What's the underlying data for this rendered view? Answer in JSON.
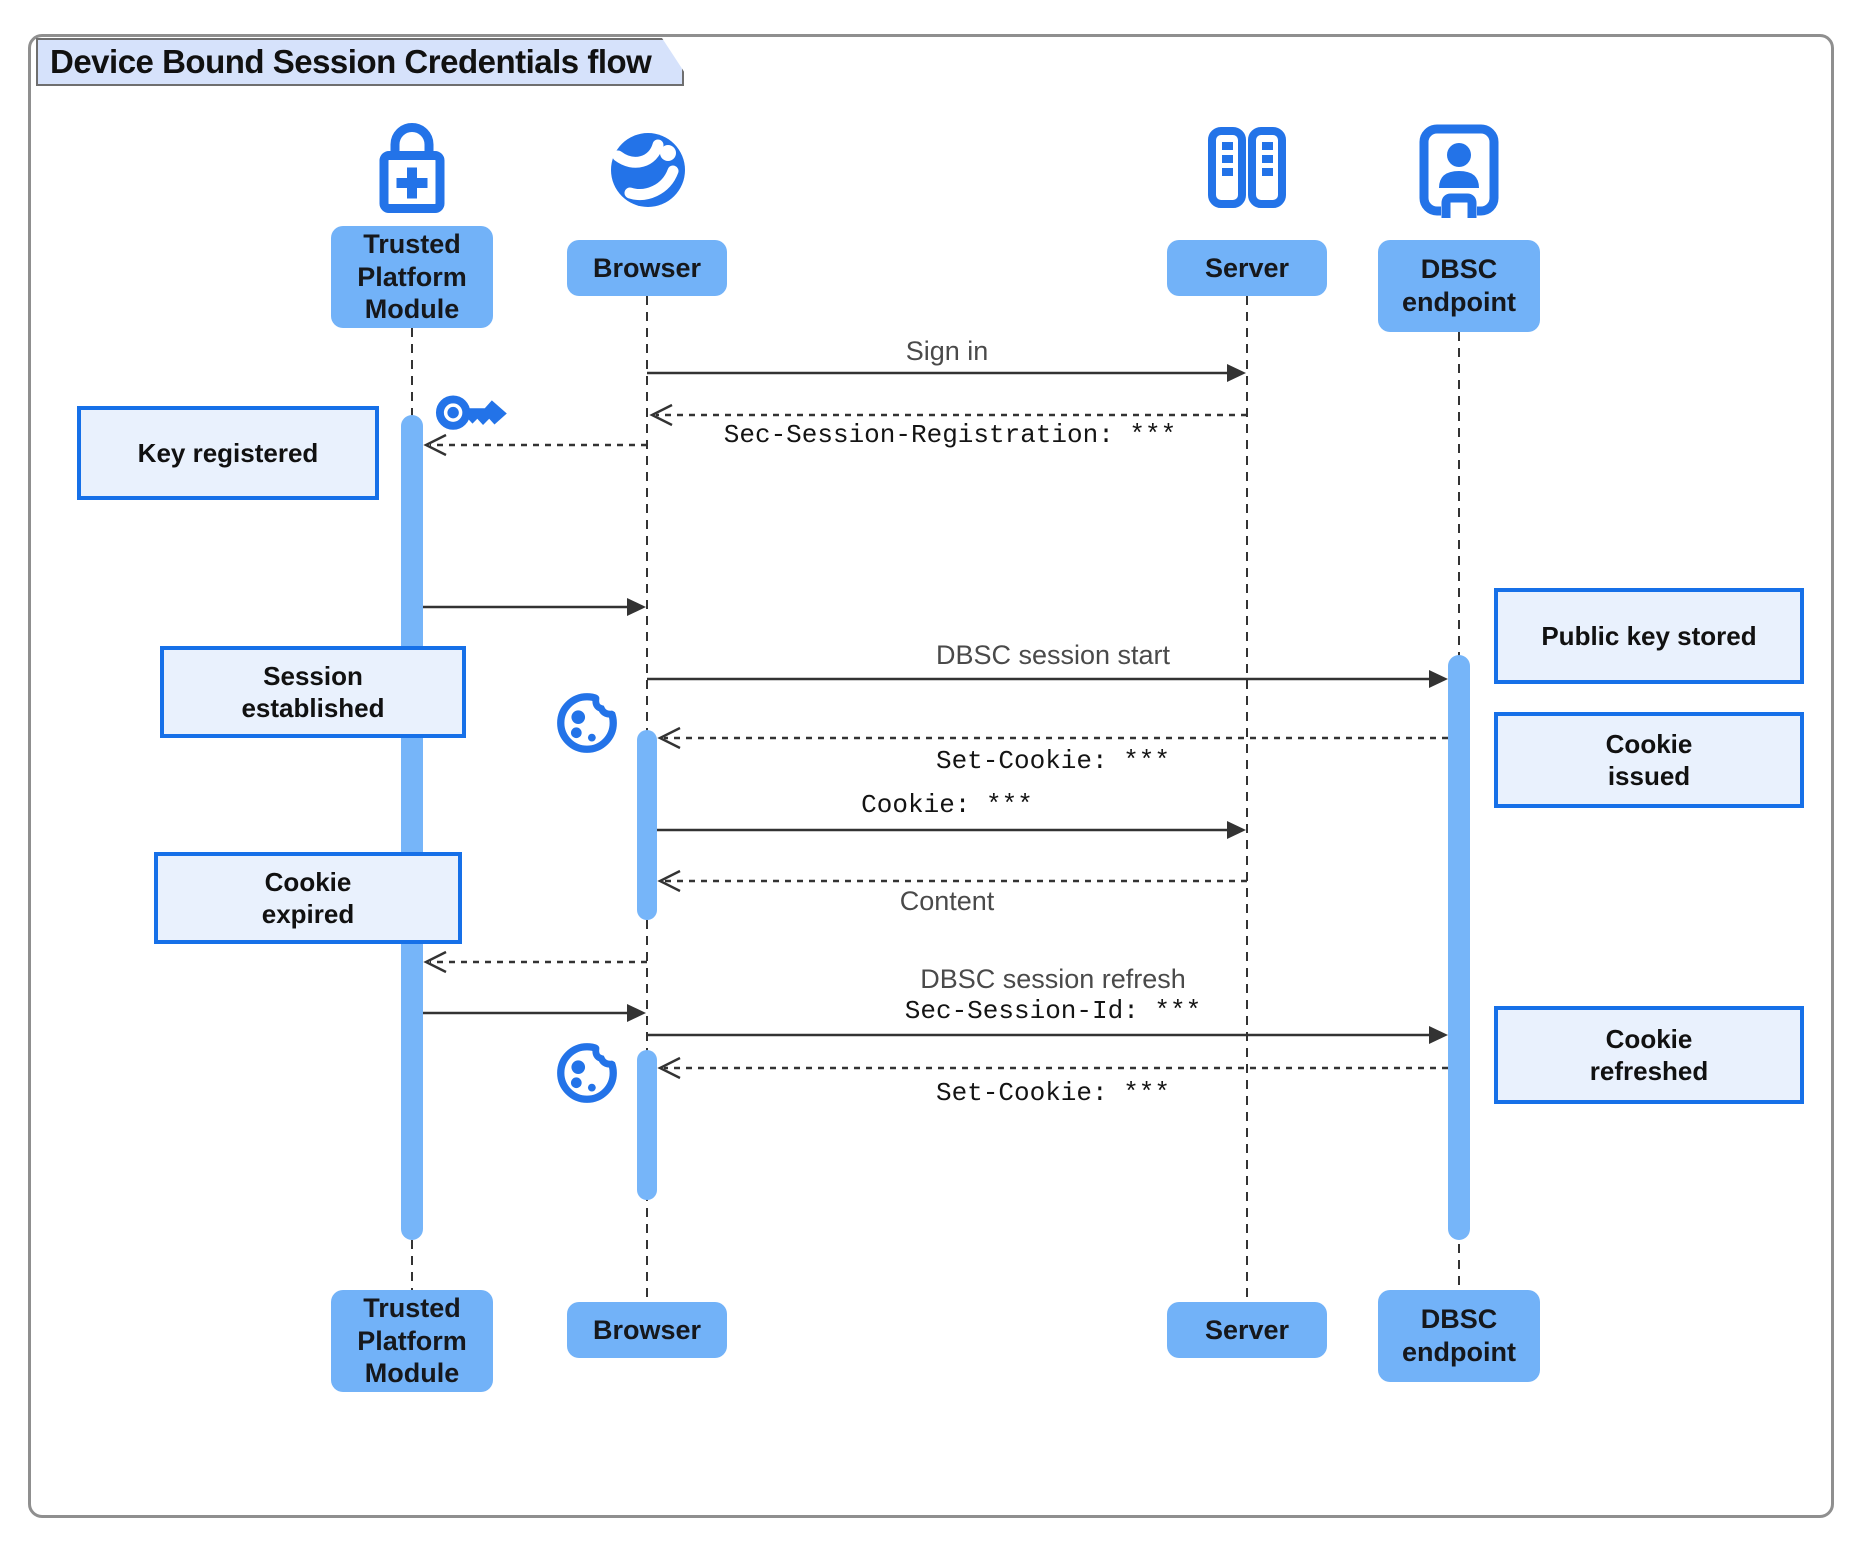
{
  "title": "Device Bound Session Credentials flow",
  "participants": [
    {
      "name": "Trusted Platform Module",
      "display": "Trusted\nPlatform\nModule",
      "icon": "lock-plus-icon"
    },
    {
      "name": "Browser",
      "display": "Browser",
      "icon": "globe-icon"
    },
    {
      "name": "Server",
      "display": "Server",
      "icon": "server-rack-icon"
    },
    {
      "name": "DBSC endpoint",
      "display": "DBSC\nendpoint",
      "icon": "id-badge-icon"
    }
  ],
  "messages": [
    {
      "from": "Browser",
      "to": "Server",
      "type": "solid",
      "label": "Sign in"
    },
    {
      "from": "Server",
      "to": "Browser",
      "type": "dashed",
      "label": "Sec-Session-Registration: ***"
    },
    {
      "from": "Browser",
      "to": "Trusted Platform Module",
      "type": "dashed",
      "label": "",
      "icon": "key-icon"
    },
    {
      "from": "Trusted Platform Module",
      "to": "Browser",
      "type": "solid",
      "label": ""
    },
    {
      "from": "Browser",
      "to": "DBSC endpoint",
      "type": "solid",
      "label": "DBSC session start"
    },
    {
      "from": "DBSC endpoint",
      "to": "Browser",
      "type": "dashed",
      "label": "Set-Cookie: ***",
      "icon": "cookie-icon"
    },
    {
      "from": "Browser",
      "to": "Server",
      "type": "solid",
      "label": "Cookie: ***"
    },
    {
      "from": "Server",
      "to": "Browser",
      "type": "dashed",
      "label": "Content"
    },
    {
      "from": "Browser",
      "to": "Trusted Platform Module",
      "type": "dashed",
      "label": ""
    },
    {
      "from": "Trusted Platform Module",
      "to": "Browser",
      "type": "solid",
      "label": ""
    },
    {
      "from": "Browser",
      "to": "DBSC endpoint",
      "type": "solid",
      "label": "DBSC session refresh",
      "label2": "Sec-Session-Id: ***"
    },
    {
      "from": "DBSC endpoint",
      "to": "Browser",
      "type": "dashed",
      "label": "Set-Cookie: ***",
      "icon": "cookie-icon"
    }
  ],
  "notes": [
    {
      "text": "Key registered"
    },
    {
      "text": "Session\nestablished"
    },
    {
      "text": "Cookie\nexpired"
    },
    {
      "text": "Public key stored"
    },
    {
      "text": "Cookie\nissued"
    },
    {
      "text": "Cookie\nrefreshed"
    }
  ],
  "colors": {
    "accent_blue": "#2373e8",
    "participant_fill": "#72b2f8",
    "activation_fill": "#76b5f9",
    "note_fill": "#e9f1fd",
    "note_border": "#1670e8",
    "title_fill": "#d6e2fb",
    "arrow": "#333333"
  }
}
